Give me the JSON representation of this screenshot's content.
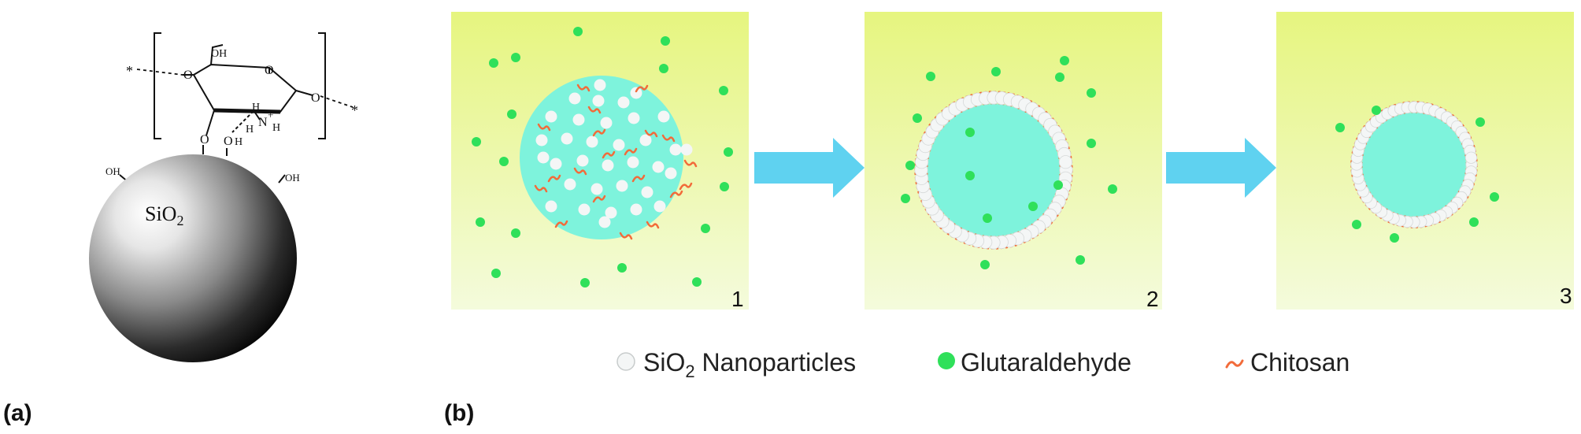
{
  "panel_a": {
    "label": "(a)",
    "core_label_main": "SiO",
    "core_label_sub": "2",
    "surface_groups": [
      "OH",
      "OH"
    ],
    "molecule_labels": {
      "oh_top": "OH",
      "oh_hbond": "O",
      "h_hbond": "H",
      "nh3_n": "N",
      "nh3_plus": "+",
      "nh3_h_top": "H",
      "nh3_h_left": "H",
      "nh3_h_right": "H",
      "ring_o": "O",
      "link_o_left": "O",
      "link_o_right": "O",
      "link_o_bottom": "O",
      "star_left": "*",
      "star_right": "*"
    }
  },
  "panel_b": {
    "label": "(b)",
    "steps": [
      "1",
      "2",
      "3"
    ],
    "colors": {
      "background_top": "#e6f57f",
      "background_bottom": "#f4fbdc",
      "droplet": "#7ef3dc",
      "glutaraldehyde": "#2fe05a",
      "chitosan": "#f26b3a",
      "nanoparticle": "#f4f6f6",
      "arrow": "#5fd2f0"
    }
  },
  "legend": {
    "nanoparticles_main": "SiO",
    "nanoparticles_sub": "2",
    "nanoparticles_rest": " Nanoparticles",
    "glutaraldehyde": "Glutaraldehyde",
    "chitosan": "Chitosan"
  }
}
